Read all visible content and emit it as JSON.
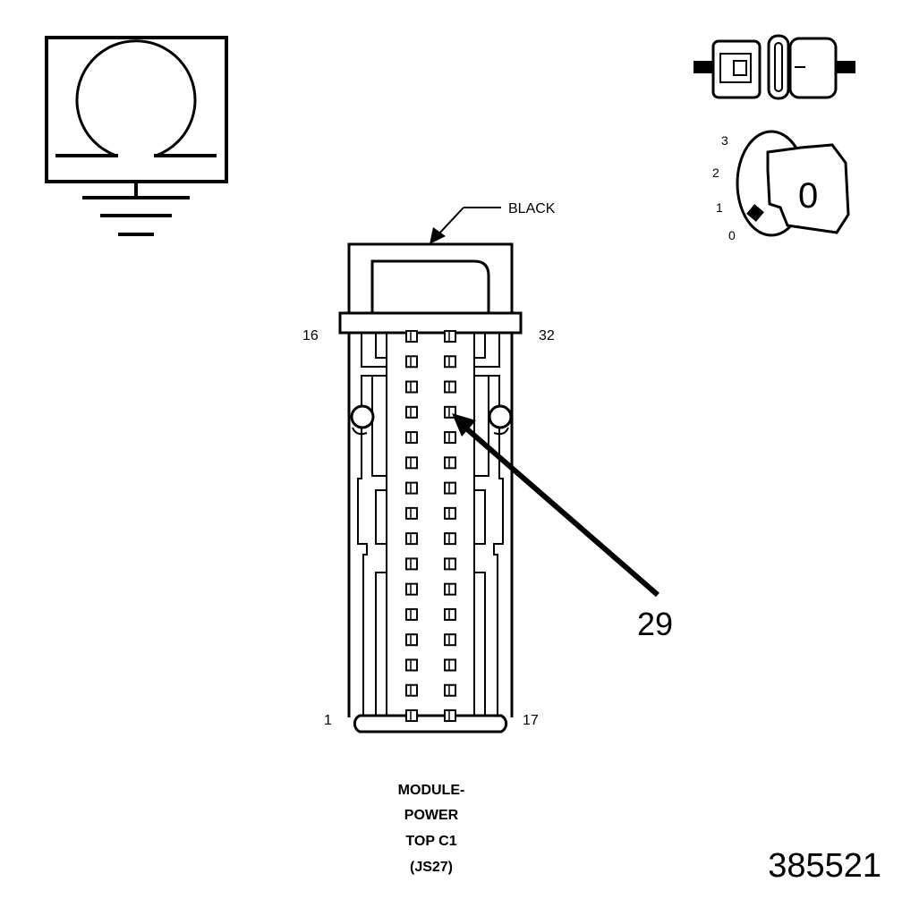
{
  "connector": {
    "color_label": "BLACK",
    "pin_labels": {
      "top_left": "16",
      "top_right": "32",
      "bottom_left": "1",
      "bottom_right": "17"
    },
    "pins_per_row": 16,
    "rows": 2,
    "highlighted_pin": "29"
  },
  "caption": {
    "line1": "MODULE-",
    "line2": "POWER",
    "line3": "TOP C1",
    "line4": "(JS27)"
  },
  "figure_number": "385521",
  "ground_symbol": {
    "icon": "ohm-ground-icon"
  },
  "connector_icon": {
    "icon": "disconnected-connector-icon"
  },
  "ignition": {
    "icon": "ignition-key-icon",
    "positions": [
      "3",
      "2",
      "1",
      "0"
    ],
    "key_label": "0"
  }
}
